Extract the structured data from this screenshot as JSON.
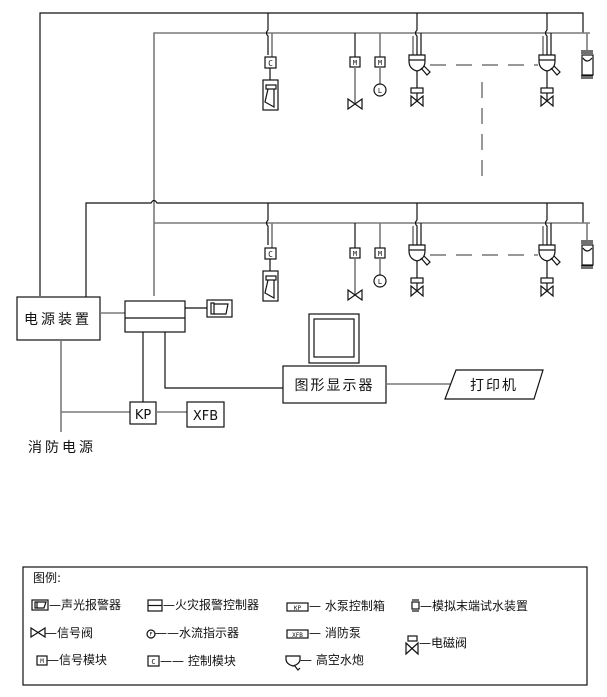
{
  "diagram": {
    "power_unit": "电源装置",
    "fire_power": "消防电源",
    "pump_control_box": "KP",
    "fire_pump": "XFB",
    "graphic_display": "图形显示器",
    "printer": "打印机",
    "signal_module_mark": "M",
    "control_module_mark": "C",
    "flow_indicator_mark": "L"
  },
  "legend": {
    "title": "图例:",
    "items": [
      {
        "icon": "sound-light-alarm-icon",
        "label": "—声光报警器"
      },
      {
        "icon": "fire-alarm-controller-icon",
        "label": "—火灾报警控制器"
      },
      {
        "icon": "pump-control-box-icon",
        "icon_text": "KP",
        "label": "— 水泵控制箱"
      },
      {
        "icon": "end-test-device-icon",
        "label": "—模拟末端试水装置"
      },
      {
        "icon": "signal-valve-icon",
        "label": "—信号阀"
      },
      {
        "icon": "water-flow-indicator-icon",
        "icon_text": "F",
        "label": "——水流指示器"
      },
      {
        "icon": "fire-pump-icon",
        "icon_text": "XFB",
        "label": "— 消防泵"
      },
      {
        "icon": "solenoid-valve-icon",
        "label": "—电磁阀"
      },
      {
        "icon": "signal-module-icon",
        "icon_text": "M",
        "label": "—信号模块"
      },
      {
        "icon": "control-module-icon",
        "icon_text": "C",
        "label": "—— 控制模块"
      },
      {
        "icon": "high-altitude-water-cannon-icon",
        "label": "— 高空水炮"
      }
    ]
  }
}
